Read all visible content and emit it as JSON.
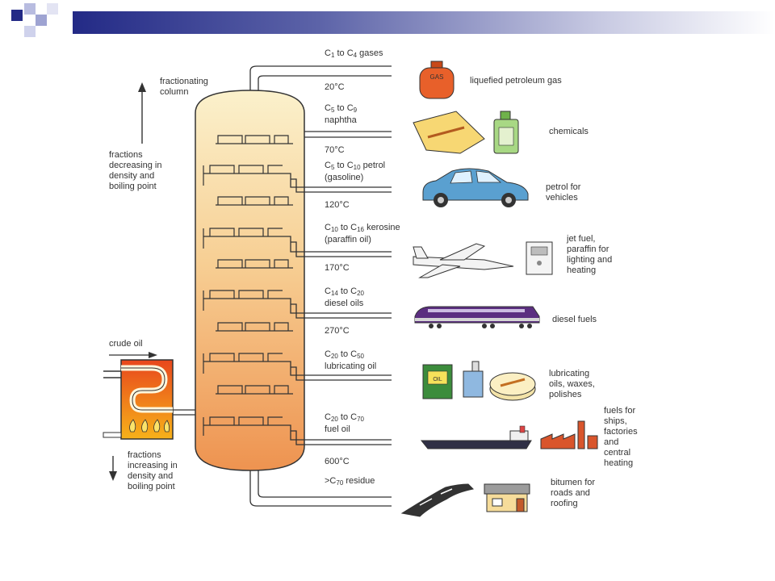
{
  "column_label": [
    "fractionating",
    "column"
  ],
  "fractions_up": [
    "fractions",
    "decreasing in",
    "density and",
    "boiling point"
  ],
  "fractions_down": [
    "fractions",
    "increasing in",
    "density and",
    "boiling point"
  ],
  "crude_oil": "crude oil",
  "gas_can_text": "GAS",
  "oil_can_text": "OIL",
  "temperatures": [
    "20°C",
    "70°C",
    "120°C",
    "170°C",
    "270°C",
    "600°C"
  ],
  "fractions": [
    {
      "c_from": "1",
      "c_to": "4",
      "name": "gases",
      "inline": true
    },
    {
      "c_from": "5",
      "c_to": "9",
      "name": "naphtha",
      "inline": false
    },
    {
      "c_from": "5",
      "c_to": "10",
      "name": "petrol",
      "extra": "(gasoline)",
      "inline": true
    },
    {
      "c_from": "10",
      "c_to": "16",
      "name": "kerosine",
      "extra": "(paraffin oil)",
      "inline": true
    },
    {
      "c_from": "14",
      "c_to": "20",
      "name": "diesel oils",
      "inline": false
    },
    {
      "c_from": "20",
      "c_to": "50",
      "name": "lubricating oil",
      "inline": false
    },
    {
      "c_from": "20",
      "c_to": "70",
      "name": "fuel oil",
      "inline": false
    }
  ],
  "residue": {
    "prefix": ">C",
    "sub": "70",
    "name": "residue"
  },
  "uses": {
    "lpg": "liquefied petroleum gas",
    "chemicals": "chemicals",
    "petrol": [
      "petrol for",
      "vehicles"
    ],
    "jet": [
      "jet fuel,",
      "paraffin for",
      "lighting and",
      "heating"
    ],
    "diesel": "diesel fuels",
    "lubricating": [
      "lubricating",
      "oils, waxes,",
      "polishes"
    ],
    "fuels": [
      "fuels for",
      "ships,",
      "factories",
      "and",
      "central",
      "heating"
    ],
    "bitumen": [
      "bitumen for",
      "roads and",
      "roofing"
    ]
  },
  "colors": {
    "header_dark": "#232a86",
    "column_top": "#fbf0c8",
    "column_bottom": "#ef9350",
    "line": "#333333",
    "car": "#5aa0d0",
    "train": "#5b2e80",
    "gas_bottle": "#e8602a"
  }
}
